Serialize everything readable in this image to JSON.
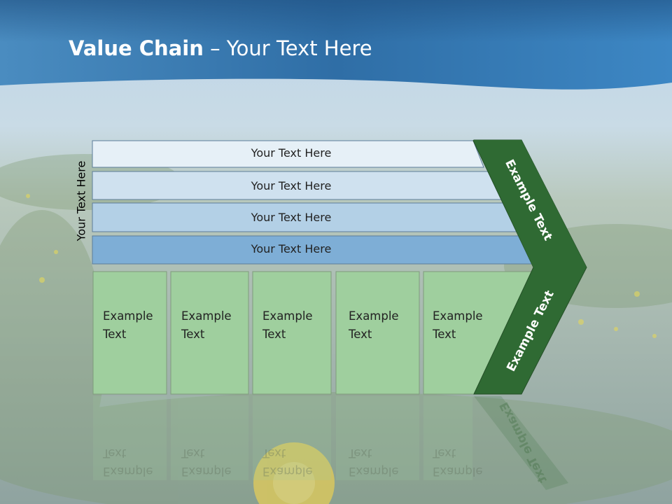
{
  "slide": {
    "title_bold": "Value Chain",
    "title_rest": " – Your Text Here",
    "vertical_label": "Your Text Here",
    "bars": [
      {
        "label": "Your Text Here"
      },
      {
        "label": "Your Text Here"
      },
      {
        "label": "Your Text Here"
      },
      {
        "label": "Your Text Here"
      }
    ],
    "boxes": [
      {
        "line1": "Example",
        "line2": "Text"
      },
      {
        "line1": "Example",
        "line2": "Text"
      },
      {
        "line1": "Example",
        "line2": "Text"
      },
      {
        "line1": "Example",
        "line2": "Text"
      },
      {
        "line1": "Example",
        "line2": "Text"
      }
    ],
    "arrow_top_label": "Example Text",
    "arrow_bottom_label": "Example Text"
  },
  "colors": {
    "header_blue": "#3a7fb8",
    "bar_colors": [
      "#e6f0f7",
      "#cfe1ef",
      "#b3d0e6",
      "#7eaed6"
    ],
    "box_green": "#9fcf9e",
    "arrow_green": "#2f6a33"
  }
}
